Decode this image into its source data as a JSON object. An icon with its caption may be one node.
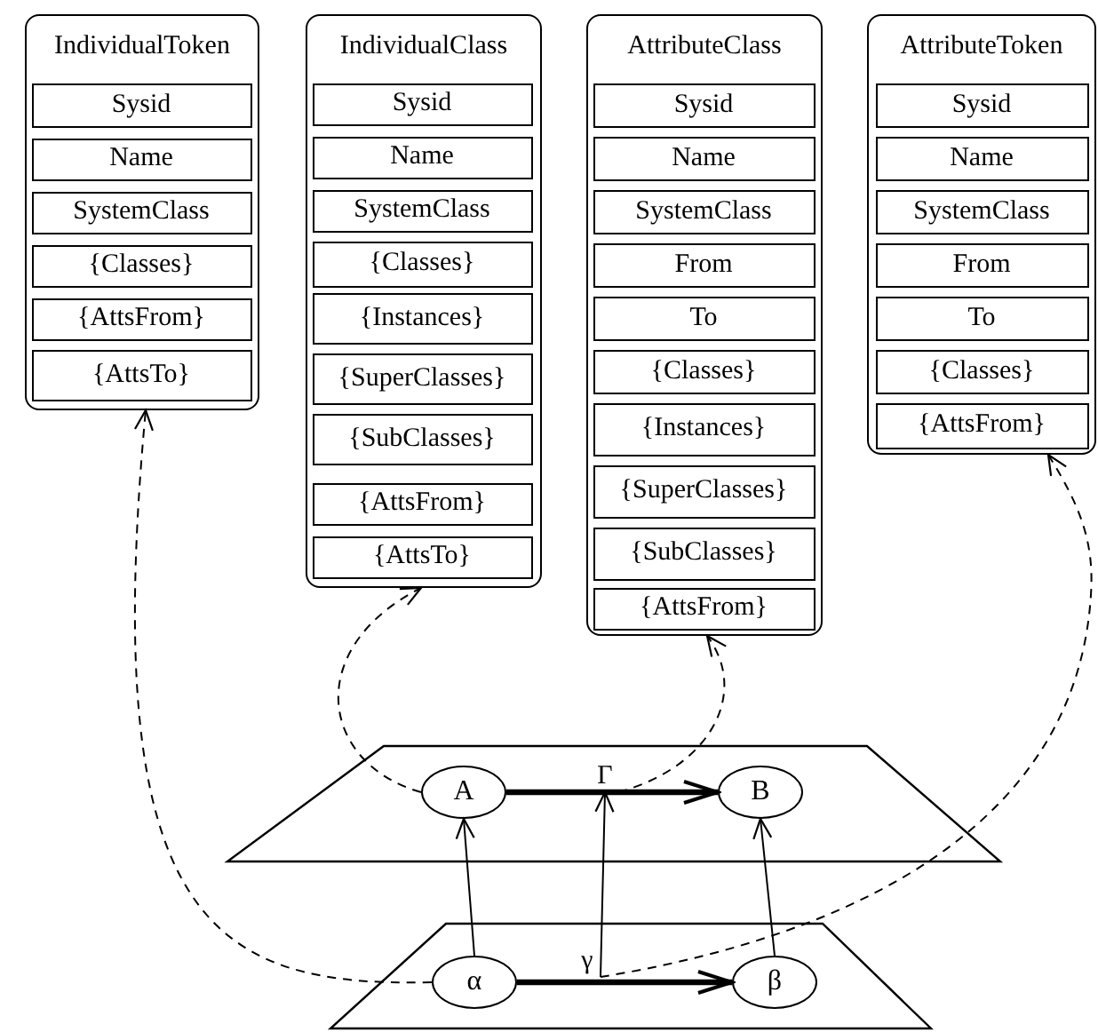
{
  "diagram": {
    "nodes": [
      {
        "text": [
          "IndividualToken"
        ]
      },
      {
        "text": [
          "Sysid"
        ],
        "in": 0
      },
      {
        "text": [
          "Name"
        ],
        "in": 0
      },
      {
        "text": [
          "SystemClass"
        ],
        "in": 0
      },
      {
        "text": [
          "{Classes}"
        ],
        "in": 0
      },
      {
        "text": [
          "{AttsFrom}"
        ],
        "in": 0
      },
      {
        "text": [
          "{AttsTo}"
        ],
        "in": 0
      },
      {
        "text": [
          "IndividualClass"
        ]
      },
      {
        "text": [
          "Sysid"
        ],
        "in": 7
      },
      {
        "text": [
          "Name"
        ],
        "in": 7
      },
      {
        "text": [
          "SystemClass"
        ],
        "in": 7
      },
      {
        "text": [
          "{Classes}"
        ],
        "in": 7
      },
      {
        "text": [
          "{Instances}"
        ],
        "in": 7
      },
      {
        "text": [
          "{SuperClasses}"
        ],
        "in": 7
      },
      {
        "text": [
          "{SubClasses}"
        ],
        "in": 7
      },
      {
        "text": [
          "{AttsFrom}"
        ],
        "in": 7
      },
      {
        "text": [
          "{AttsTo}"
        ],
        "in": 7
      },
      {
        "text": [
          "AttributeClass"
        ]
      },
      {
        "text": [
          "Sysid"
        ],
        "in": 17
      },
      {
        "text": [
          "Name"
        ],
        "in": 17
      },
      {
        "text": [
          "SystemClass"
        ],
        "in": 17
      },
      {
        "text": [
          "From"
        ],
        "in": 17
      },
      {
        "text": [
          "To"
        ],
        "in": 17
      },
      {
        "text": [
          "{Classes}"
        ],
        "in": 17
      },
      {
        "text": [
          "{Instances}"
        ],
        "in": 17
      },
      {
        "text": [
          "{SuperClasses}"
        ],
        "in": 17
      },
      {
        "text": [
          "{SubClasses}"
        ],
        "in": 17
      },
      {
        "text": [
          "{AttsFrom}"
        ],
        "in": 17
      },
      {
        "text": [
          "AttributeToken"
        ]
      },
      {
        "text": [
          "Sysid"
        ],
        "in": 28
      },
      {
        "text": [
          "Name"
        ],
        "in": 28
      },
      {
        "text": [
          "SystemClass"
        ],
        "in": 28
      },
      {
        "text": [
          "From"
        ],
        "in": 28
      },
      {
        "text": [
          "To"
        ],
        "in": 28
      },
      {
        "text": [
          "{Classes}"
        ],
        "in": 28
      },
      {
        "text": [
          "{AttsFrom}"
        ],
        "in": 28
      },
      {
        "text": [],
        "shape": "trapezoid"
      },
      {
        "text": [
          "A"
        ],
        "in": 36
      },
      {
        "text": [
          "Γ"
        ],
        "in": 36
      },
      {
        "text": [
          "B"
        ],
        "in": 36
      },
      {
        "text": [],
        "shape": "trapezoid"
      },
      {
        "text": [
          "α"
        ],
        "in": 40
      },
      {
        "text": [
          "γ"
        ],
        "in": 40
      },
      {
        "text": [
          "β"
        ],
        "in": 40
      }
    ],
    "edges": [
      {
        "from": 37,
        "to": 39,
        "arrow": "to",
        "style": "thick"
      },
      {
        "from": 41,
        "to": 43,
        "arrow": "to",
        "style": "thick"
      },
      {
        "from": 41,
        "to": 37,
        "arrow": "to"
      },
      {
        "from": 43,
        "to": 39,
        "arrow": "to"
      },
      {
        "from": 42,
        "to": 38,
        "arrow": "to"
      },
      {
        "from": 41,
        "to": 0,
        "arrow": "to",
        "style": "dashed"
      },
      {
        "from": 37,
        "to": 7,
        "arrow": "to",
        "style": "dashed"
      },
      {
        "from": 38,
        "to": 17,
        "arrow": "to",
        "style": "dashed"
      },
      {
        "from": 42,
        "to": 28,
        "arrow": "to",
        "style": "dashed"
      }
    ]
  }
}
